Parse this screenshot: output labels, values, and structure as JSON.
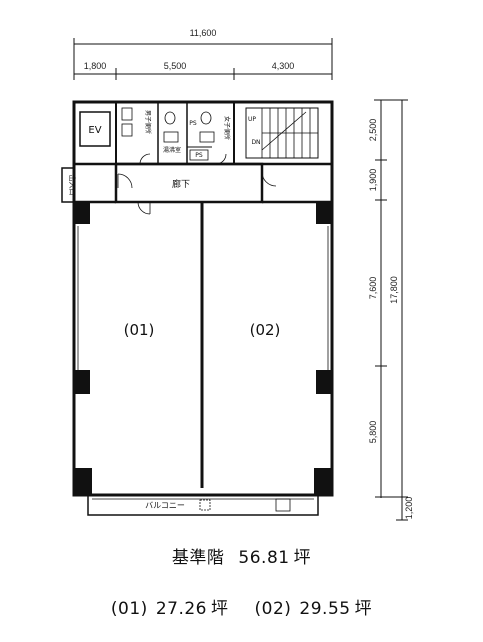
{
  "dimensions": {
    "top_total": "11,600",
    "top_segments": [
      "1,800",
      "5,500",
      "4,300"
    ],
    "right_total": "17,800",
    "right_segments": [
      "2,500",
      "1,900",
      "7,600",
      "5,800",
      "1,200"
    ]
  },
  "rooms": {
    "elevator": "EV",
    "toilet_m": "男子便所",
    "toilet_f": "女子便所",
    "kitchen": "湯沸室",
    "ps1": "PS",
    "ps2": "PS",
    "corridor": "廊下",
    "exit": "出入口",
    "stair_up": "UP",
    "stair_dn": "DN",
    "unit1": "(01)",
    "unit2": "(02)",
    "balcony": "バルコニー"
  },
  "summary": {
    "floor_label": "基準階",
    "floor_area": "56.81",
    "unit_word": "坪",
    "units": [
      {
        "id": "(01)",
        "area": "27.26",
        "unit": "坪"
      },
      {
        "id": "(02)",
        "area": "29.55",
        "unit": "坪"
      }
    ]
  }
}
